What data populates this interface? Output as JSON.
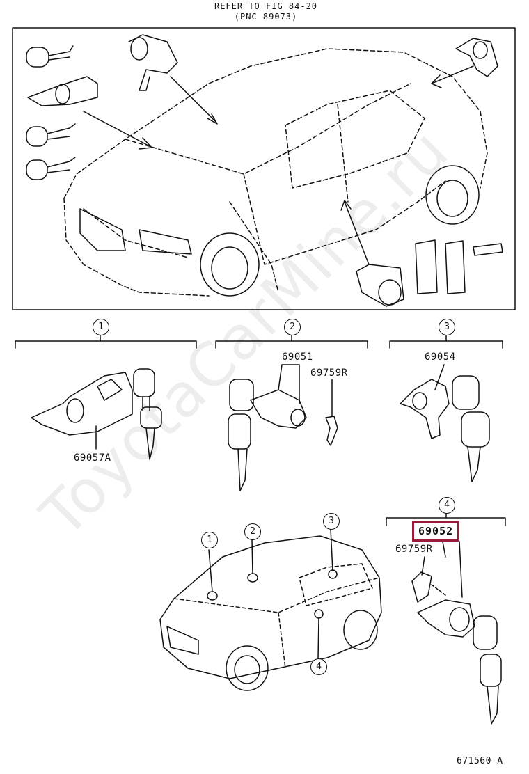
{
  "header": {
    "line1": "REFER TO FIG 84-20",
    "line2": "(PNC 89073)"
  },
  "sections": [
    {
      "num": "1",
      "parts": [
        "69057A"
      ]
    },
    {
      "num": "2",
      "parts": [
        "69051",
        "69759R"
      ]
    },
    {
      "num": "3",
      "parts": [
        "69054"
      ]
    },
    {
      "num": "4",
      "parts": [
        "69052",
        "69759R"
      ]
    }
  ],
  "locator": {
    "markers": [
      "1",
      "2",
      "3",
      "4"
    ]
  },
  "highlight": {
    "part": "69052",
    "color": "#9b1b3a"
  },
  "footer": {
    "code": "671560-A"
  },
  "watermark": "ToyotaCarMine.ru"
}
